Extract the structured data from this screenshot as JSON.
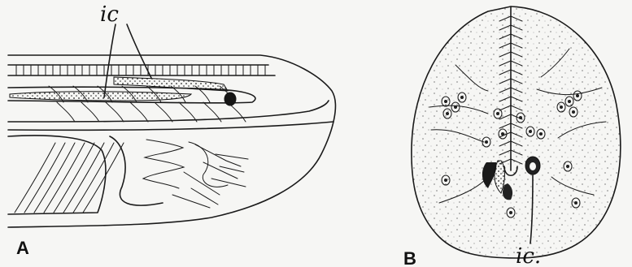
{
  "figure": {
    "panels": [
      {
        "letter": "A",
        "label": "ic"
      },
      {
        "letter": "B",
        "label": "ic."
      }
    ]
  }
}
